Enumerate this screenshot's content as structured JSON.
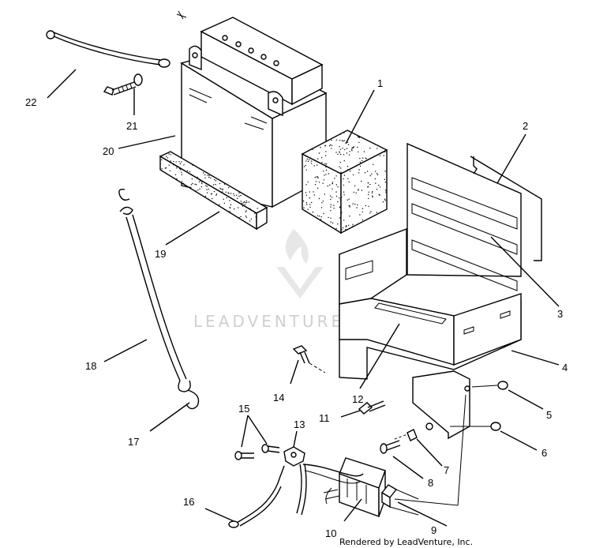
{
  "diagram": {
    "callouts": [
      "1",
      "2",
      "3",
      "4",
      "5",
      "6",
      "7",
      "8",
      "9",
      "10",
      "11",
      "12",
      "13",
      "14",
      "15",
      "16",
      "17",
      "18",
      "19",
      "20",
      "21",
      "22"
    ],
    "watermark": "LEADVENTURE",
    "credit": "Rendered by LeadVenture, Inc."
  }
}
